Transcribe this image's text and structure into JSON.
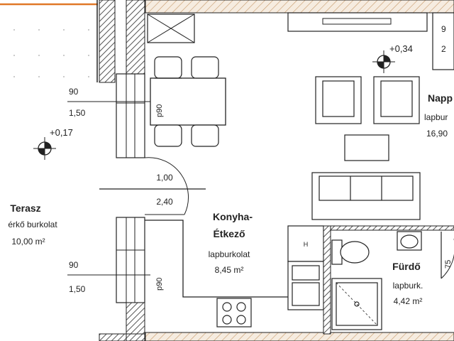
{
  "rooms": {
    "terrace": {
      "name": "Terasz",
      "finish": "érkő burkolat",
      "area": "10,00 m²"
    },
    "kitchen": {
      "name_line1": "Konyha-",
      "name_line2": "Étkező",
      "finish": "lapburkolat",
      "area": "8,45 m²"
    },
    "living": {
      "name": "Napp",
      "finish": "lapbur",
      "area": "16,90"
    },
    "bathroom": {
      "name": "Fürdő",
      "finish": "lapburk.",
      "area": "4,42 m²"
    }
  },
  "levels": {
    "terrace": "+0,17",
    "living": "+0,34"
  },
  "openings": {
    "window_top": {
      "width": "90",
      "height": "1,50",
      "parapet": "p90"
    },
    "door_terrace": {
      "width": "1,00",
      "height": "2,40"
    },
    "window_bottom": {
      "width": "90",
      "height": "1,50",
      "parapet": "p90"
    },
    "top_right_fragment": {
      "line1": "9",
      "line2": "2"
    },
    "bath_door_fragment": "75"
  },
  "colors": {
    "wall_hatch": "#555555",
    "hatch_bg": "#f3e6d6",
    "accent_orange": "#e07828",
    "line": "#222222"
  }
}
